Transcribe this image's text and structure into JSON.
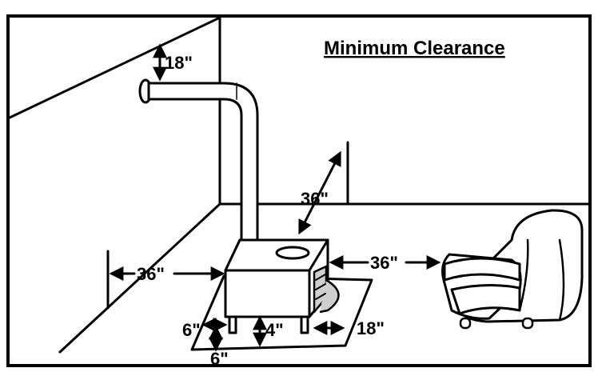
{
  "title": "Minimum Clearance",
  "dimensions": {
    "ceiling_clearance": "18\"",
    "back_wall_clearance": "36\"",
    "side_wall_clearance": "36\"",
    "furniture_clearance": "36\"",
    "floor_pad_side": "6\"",
    "floor_pad_front": "6\"",
    "leg_height": "4\"",
    "floor_pad_rear": "18\""
  },
  "colors": {
    "ink": "#000000",
    "paper": "#ffffff",
    "shade": "#cfcfcf"
  }
}
